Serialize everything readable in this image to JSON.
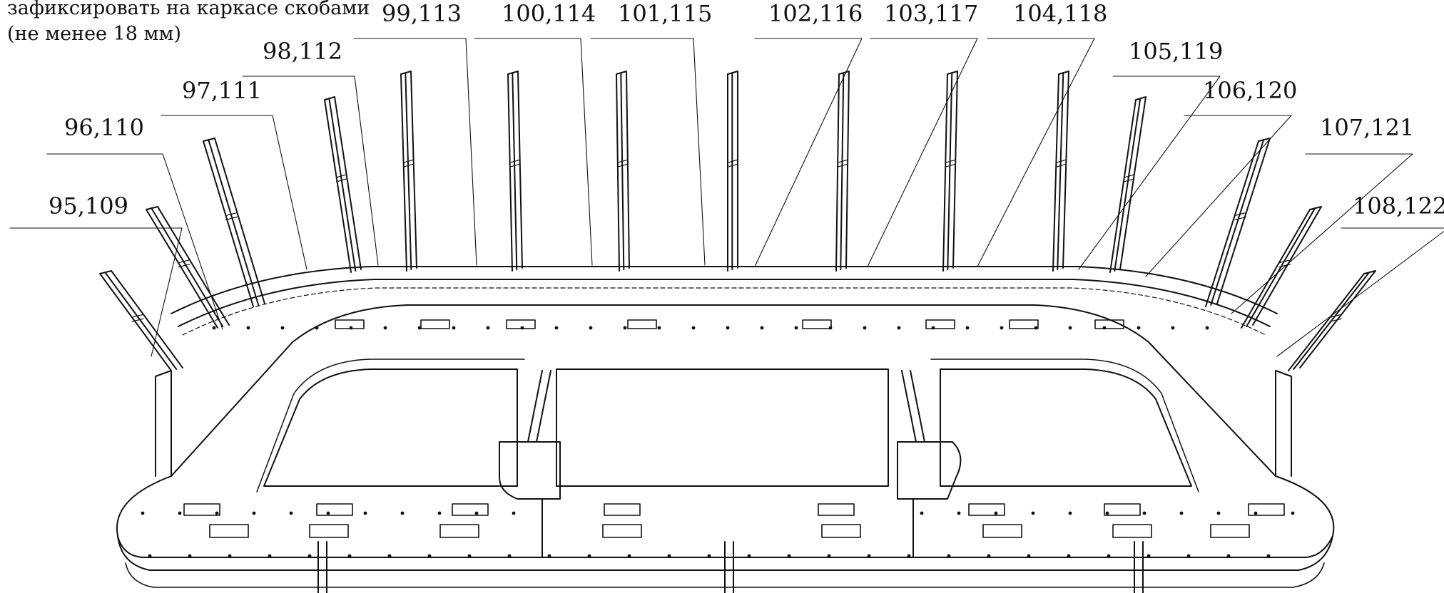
{
  "note": {
    "line1": "зафиксировать на каркасе скобами",
    "line2": "(не менее 18 мм)"
  },
  "callouts": [
    "95,109",
    "96,110",
    "97,111",
    "98,112",
    "99,113",
    "100,114",
    "101,115",
    "102,116",
    "103,117",
    "104,118",
    "105,119",
    "106,120",
    "107,121",
    "108,122"
  ],
  "colors": {
    "line": "#111111",
    "background": "#ffffff"
  }
}
